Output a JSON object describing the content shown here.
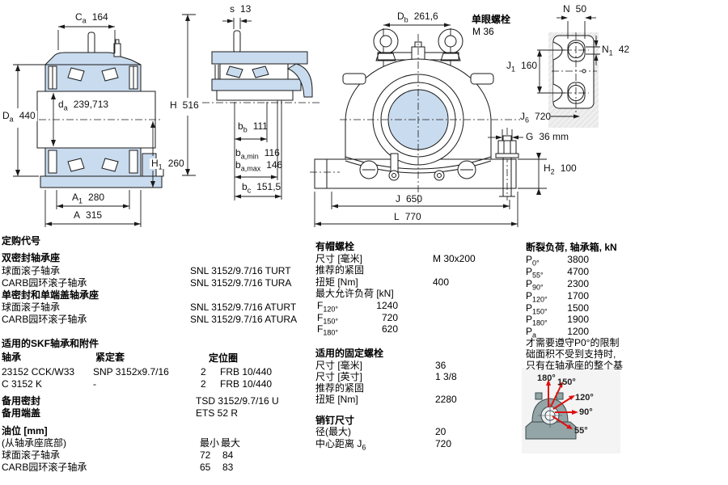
{
  "dims": {
    "ca": {
      "m": "C",
      "s": "a",
      "v": "164"
    },
    "s": {
      "m": "s",
      "s": "",
      "v": "13"
    },
    "db": {
      "m": "D",
      "s": "b",
      "v": "261,6"
    },
    "n": {
      "m": "N",
      "s": "",
      "v": "50"
    },
    "n1": {
      "m": "N",
      "s": "1",
      "v": "42"
    },
    "j1": {
      "m": "J",
      "s": "1",
      "v": "160"
    },
    "j6": {
      "m": "J",
      "s": "6",
      "v": "720"
    },
    "g": {
      "m": "G",
      "s": "",
      "v": "36 mm"
    },
    "h2": {
      "m": "H",
      "s": "2",
      "v": "100"
    },
    "Da": {
      "m": "D",
      "s": "a",
      "v": "440"
    },
    "da": {
      "m": "d",
      "s": "a",
      "v": "239,713"
    },
    "h": {
      "m": "H",
      "s": "",
      "v": "516"
    },
    "h1": {
      "m": "H",
      "s": "1",
      "v": "260"
    },
    "a1": {
      "m": "A",
      "s": "1",
      "v": "280"
    },
    "a": {
      "m": "A",
      "s": "",
      "v": "315"
    },
    "bb": {
      "m": "b",
      "s": "b",
      "v": "111"
    },
    "bamin": {
      "m": "b",
      "s": "a,min",
      "v": "116"
    },
    "bamax": {
      "m": "b",
      "s": "a,max",
      "v": "146"
    },
    "bc": {
      "m": "b",
      "s": "c",
      "v": "151,5"
    },
    "j": {
      "m": "J",
      "s": "",
      "v": "650"
    },
    "l": {
      "m": "L",
      "s": "",
      "v": "770"
    }
  },
  "eyebolt": {
    "title": "单眼螺栓",
    "size": "M 36"
  },
  "ordering": {
    "title": "定购代号",
    "group1": "双密封轴承座",
    "group2": "单密封和单端盖轴承座",
    "rows": [
      {
        "label": "球面滚子轴承",
        "value": "SNL 3152/9.7/16 TURT"
      },
      {
        "label": "CARB园环滚子轴承",
        "value": "SNL 3152/9.7/16 TURA"
      },
      {
        "label": "球面滚子轴承",
        "value": "SNL 3152/9.7/16 ATURT"
      },
      {
        "label": "CARB园环滚子轴承",
        "value": "SNL 3152/9.7/16 ATURA"
      }
    ]
  },
  "accessories": {
    "title": "适用的SKF轴承和附件",
    "h_bearing": "轴承",
    "h_sleeve": "紧定套",
    "h_ring": "定位圈",
    "rows": [
      {
        "bearing": "23152 CCK/W33",
        "sleeve": "SNP 3152x9.7/16",
        "qty": "2",
        "ring": "FRB 10/440"
      },
      {
        "bearing": "C 3152 K",
        "sleeve": "-",
        "qty": "2",
        "ring": "FRB 10/440"
      }
    ],
    "spare_seal_label": "备用密封",
    "spare_seal": "TSD 3152/9.7/16 U",
    "spare_cover_label": "备用端盖",
    "spare_cover": "ETS 52 R"
  },
  "oil": {
    "title": "油位 [mm]",
    "subtitle": "(从轴承座底部)",
    "min": "最小",
    "max": "最大",
    "rows": [
      {
        "label": "球面滚子轴承",
        "min": "72",
        "max": "84"
      },
      {
        "label": "CARB园环滚子轴承",
        "min": "65",
        "max": "83"
      }
    ]
  },
  "cap_bolts": {
    "title": "有帽螺栓",
    "size_label": "尺寸 [毫米]",
    "size": "M 30x200",
    "rec_label": "推荐的紧固",
    "torque_label": "扭矩 [Nm]",
    "torque": "400",
    "max_label": "最大允许负荷 [kN]",
    "f": [
      {
        "m": "F",
        "s": "120°",
        "v": "1240"
      },
      {
        "m": "F",
        "s": "150°",
        "v": "720"
      },
      {
        "m": "F",
        "s": "180°",
        "v": "620"
      }
    ]
  },
  "fix_bolts": {
    "title": "适用的固定螺栓",
    "size_mm_label": "尺寸 [毫米]",
    "size_mm": "36",
    "size_in_label": "尺寸 [英寸]",
    "size_in": "1 3/8",
    "rec_label": "推荐的紧固",
    "torque_label": "扭矩 [Nm]",
    "torque": "2280"
  },
  "pins": {
    "title": "销钉尺寸",
    "dia_label": "径(最大)",
    "dia": "20",
    "cc_label": "中心距离 J",
    "cc_sub": "6",
    "cc": "720"
  },
  "loads": {
    "title": "断裂负荷, 轴承箱, kN",
    "rows": [
      {
        "m": "P",
        "s": "0°",
        "v": "3800"
      },
      {
        "m": "P",
        "s": "55°",
        "v": "4700"
      },
      {
        "m": "P",
        "s": "90°",
        "v": "2300"
      },
      {
        "m": "P",
        "s": "120°",
        "v": "1700"
      },
      {
        "m": "P",
        "s": "150°",
        "v": "1500"
      },
      {
        "m": "P",
        "s": "180°",
        "v": "1900"
      },
      {
        "m": "P",
        "s": "a",
        "v": "1200"
      }
    ],
    "notes": [
      "才需要遵守P0°的限制",
      "础面积不受到支持时,",
      "只有在轴承座的整个基"
    ]
  },
  "figure_angles": [
    "180°",
    "150°",
    "120°",
    "90°",
    "55°"
  ],
  "colors": {
    "fill_blue": "#c9dbee",
    "line": "#1a1a1a",
    "red": "#dd1111"
  }
}
